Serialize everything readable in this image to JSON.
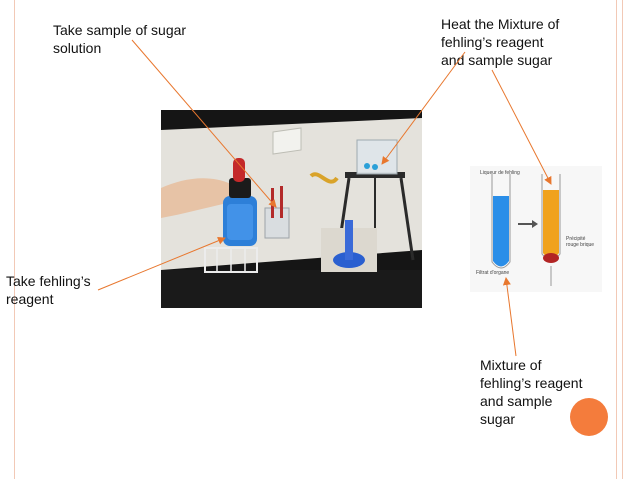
{
  "labels": {
    "take_sample": "Take sample of sugar\nsolution",
    "heat_mixture": " Heat the Mixture of\nfehling’s reagent\nand sample sugar",
    "take_fehling": "Take fehling’s\nreagent",
    "mixture": "Mixture of\nfehling’s reagent\nand sample\nsugar"
  },
  "diagram": {
    "liqueur": "Liqueur de fehling",
    "filtrat": "Filtrat d'organe",
    "precipite": "Précipité\nrouge brique"
  },
  "colors": {
    "arrow": "#e8772e",
    "accent_circle": "#f47c3c",
    "border": "#f2c9b6",
    "blue_liquid": "#2a8ee8",
    "orange_liquid": "#f0a21c"
  }
}
